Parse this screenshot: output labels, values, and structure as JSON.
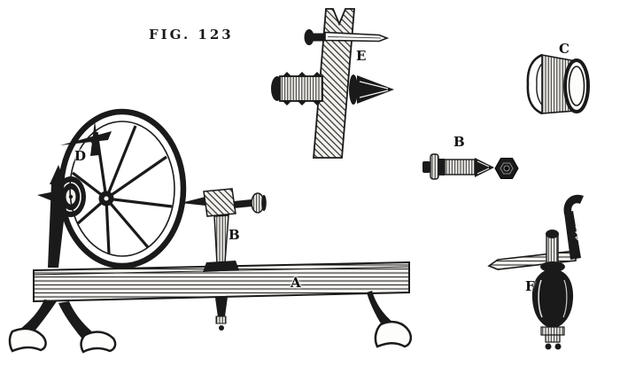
{
  "figure": {
    "caption": "FIG. 123",
    "parts": {
      "bed": {
        "label": "A"
      },
      "tailstock": {
        "label": "B"
      },
      "collar": {
        "label": "C"
      },
      "flywheel": {
        "label": "D"
      },
      "screw_center": {
        "label": "E"
      },
      "spindle": {
        "label": "B"
      },
      "clamp": {
        "label": "F"
      }
    },
    "colors": {
      "ink": "#1a1a1a",
      "paper": "#ffffff"
    }
  }
}
